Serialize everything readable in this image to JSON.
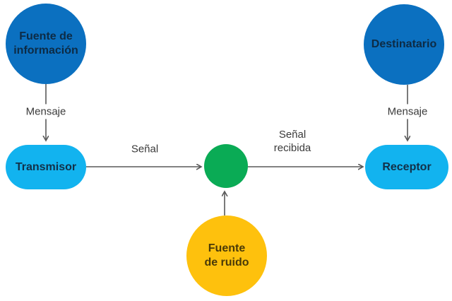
{
  "colors": {
    "background": "#ffffff",
    "dark_blue": "#0b70c0",
    "light_blue": "#12b3ef",
    "green": "#0aab55",
    "yellow": "#fec10d",
    "arrow": "#595959",
    "label_text": "#3a3a3a",
    "blue_node_text": "#0d2b45",
    "cyan_node_text": "#123048",
    "yellow_node_text": "#4a3a08"
  },
  "diagram": {
    "nodes": {
      "info_source": {
        "label": "Fuente de\ninformación"
      },
      "transmitter": {
        "label": "Transmisor"
      },
      "channel": {
        "label": ""
      },
      "noise_source": {
        "label": "Fuente\nde ruido"
      },
      "receiver": {
        "label": "Receptor"
      },
      "destination": {
        "label": "Destinatario"
      }
    },
    "edges": {
      "message_left": {
        "label": "Mensaje"
      },
      "signal": {
        "label": "Señal"
      },
      "signal_received": {
        "label": "Señal\nrecibida"
      },
      "message_right": {
        "label": "Mensaje"
      },
      "noise": {
        "label": ""
      }
    }
  }
}
